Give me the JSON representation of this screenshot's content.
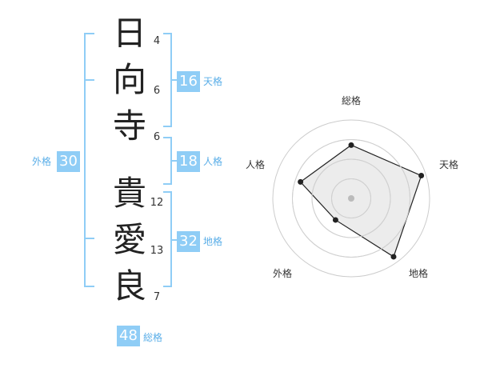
{
  "name_chars": [
    {
      "char": "日",
      "strokes": "4"
    },
    {
      "char": "向",
      "strokes": "6"
    },
    {
      "char": "寺",
      "strokes": "6"
    },
    {
      "char": "貴",
      "strokes": "12"
    },
    {
      "char": "愛",
      "strokes": "13"
    },
    {
      "char": "良",
      "strokes": "7"
    }
  ],
  "fortunes": {
    "tenkaku": {
      "value": "16",
      "label": "天格"
    },
    "jinkaku": {
      "value": "18",
      "label": "人格"
    },
    "chikaku": {
      "value": "32",
      "label": "地格"
    },
    "gaikaku": {
      "value": "30",
      "label": "外格"
    },
    "soukaku": {
      "value": "48",
      "label": "総格"
    }
  },
  "colors": {
    "accent": "#8fcdf6",
    "accent_text": "#5aaee8",
    "bracket": "#8fcdf6"
  },
  "chart_data": {
    "type": "radar",
    "axes": [
      "総格",
      "天格",
      "地格",
      "外格",
      "人格"
    ],
    "values": [
      3.4,
      4.7,
      4.6,
      1.7,
      3.4
    ],
    "rmax": 5,
    "rings": 4,
    "title": ""
  }
}
